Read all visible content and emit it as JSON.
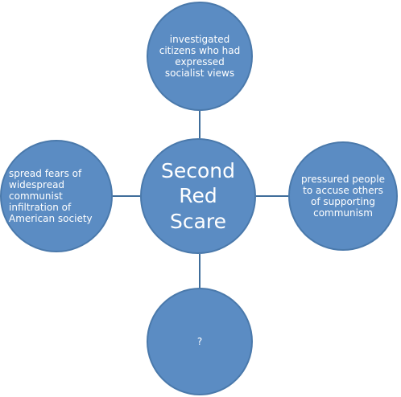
{
  "diagram": {
    "center": {
      "label": "Second Red Scare"
    },
    "nodes": {
      "top": "investigated citizens who had expressed socialist views",
      "left": "spread fears of widespread communist infiltration of American society",
      "right": "pressured people to accuse others of supporting communism",
      "bottom": "?"
    },
    "colors": {
      "node_fill": "#5b8cc3",
      "node_border": "#4a79ab",
      "connector": "#3f6d9a",
      "text": "#ffffff"
    }
  }
}
